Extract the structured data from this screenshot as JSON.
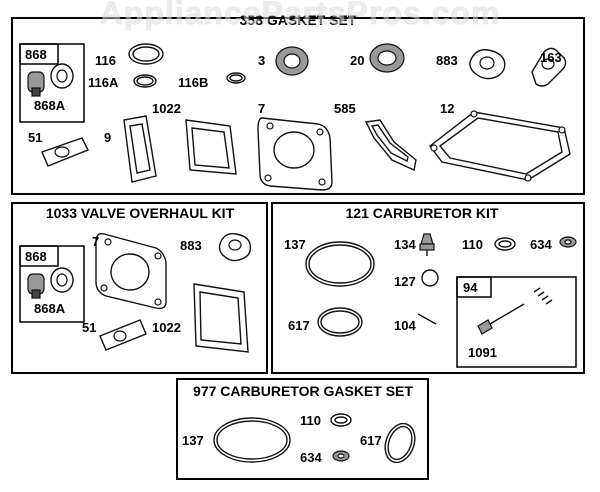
{
  "watermark": "AppliancePartsPros.com",
  "kits": {
    "gasket_set": {
      "title": "358 GASKET SET",
      "sub_box": "868",
      "parts": [
        "868",
        "868A",
        "116",
        "116A",
        "116B",
        "3",
        "20",
        "883",
        "163",
        "51",
        "9",
        "1022",
        "7",
        "585",
        "12"
      ]
    },
    "valve_kit": {
      "title": "1033 VALVE OVERHAUL KIT",
      "sub_box": "868",
      "parts": [
        "868",
        "868A",
        "7",
        "883",
        "51",
        "1022"
      ]
    },
    "carb_kit": {
      "title": "121 CARBURETOR KIT",
      "sub_box": "94",
      "parts": [
        "137",
        "134",
        "110",
        "634",
        "127",
        "94",
        "617",
        "104",
        "1091"
      ]
    },
    "carb_gasket_set": {
      "title": "977 CARBURETOR  GASKET SET",
      "parts": [
        "137",
        "110",
        "617",
        "634"
      ]
    }
  }
}
